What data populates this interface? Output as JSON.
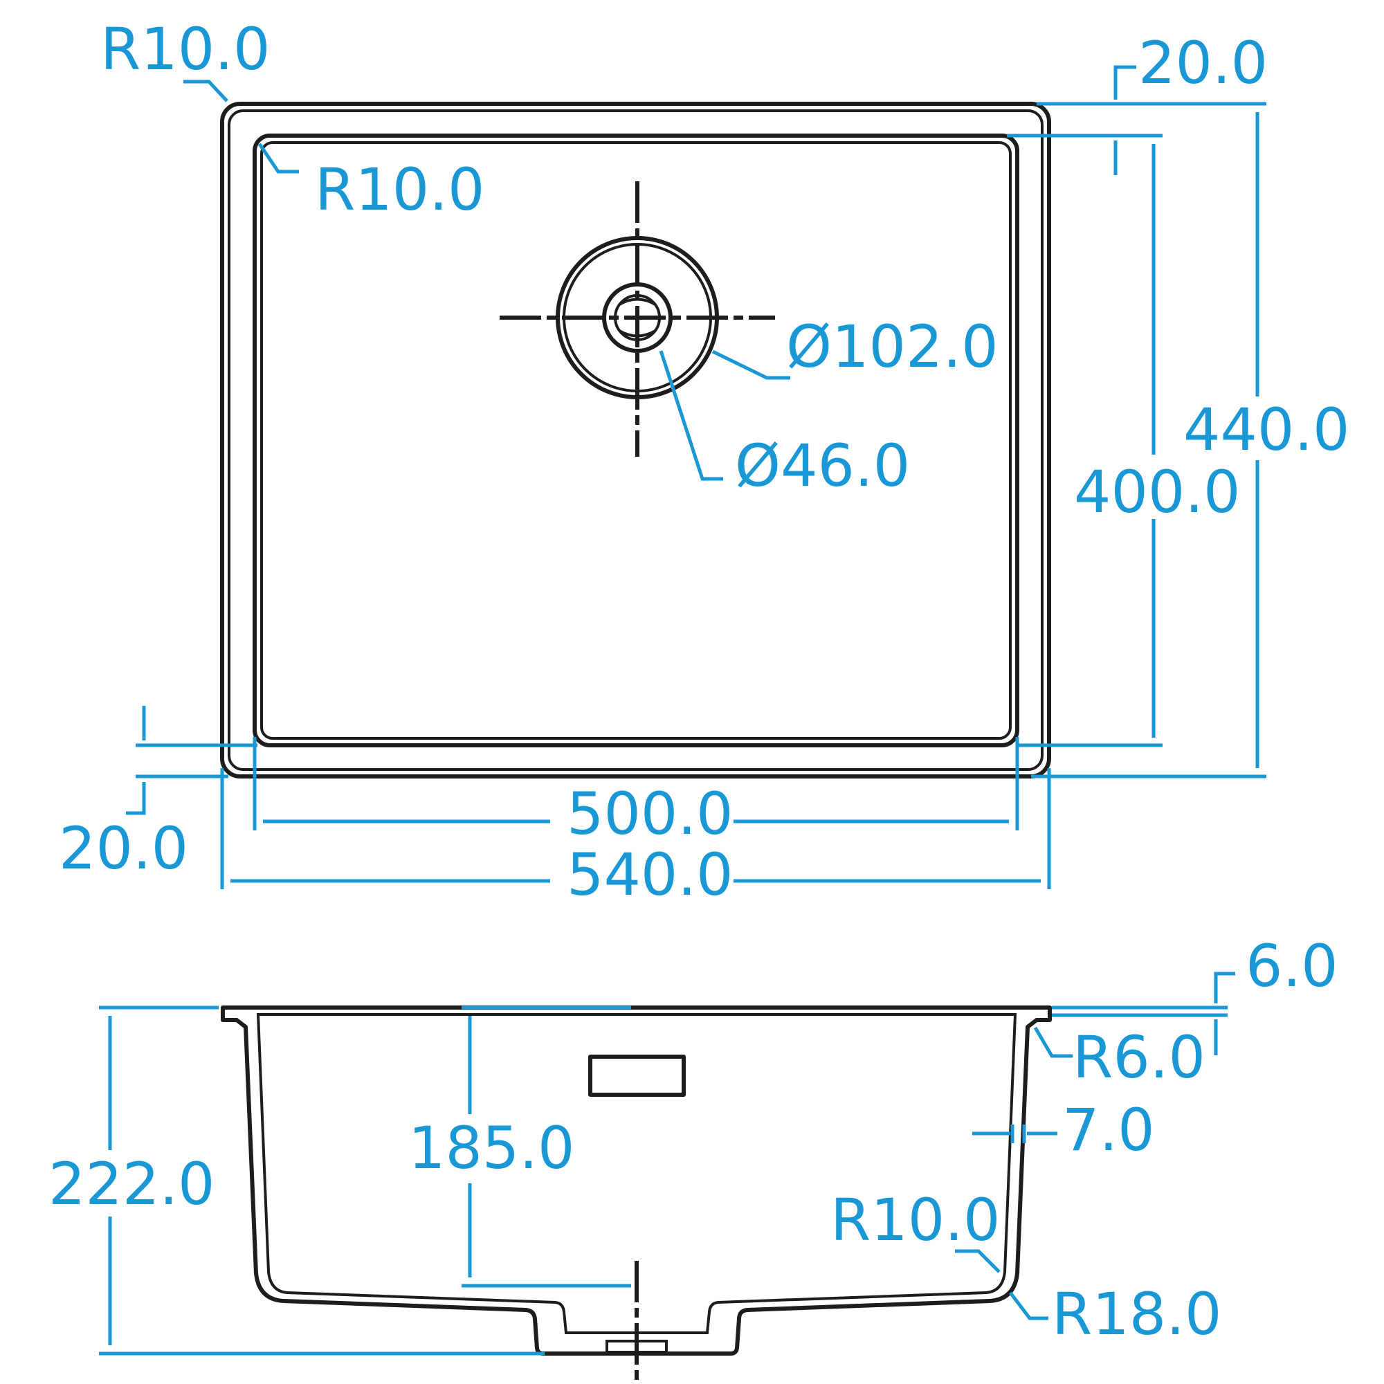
{
  "colors": {
    "outline": "#1d1d1b",
    "dimension": "#1a98d5",
    "background": "#ffffff"
  },
  "top_view": {
    "outer_corner_radius": "R10.0",
    "inner_corner_radius": "R10.0",
    "outer_drain_diameter": "Ø102.0",
    "inner_drain_diameter": "Ø46.0",
    "rim_width_top": "20.0",
    "rim_width_bottom": "20.0",
    "inner_height": "400.0",
    "outer_height": "440.0",
    "inner_width": "500.0",
    "outer_width": "540.0"
  },
  "section_view": {
    "flange_thickness": "6.0",
    "flange_radius": "R6.0",
    "wall_thickness": "7.0",
    "inner_depth": "185.0",
    "outer_depth": "222.0",
    "inner_bottom_radius": "R10.0",
    "outer_bottom_radius": "R18.0"
  }
}
